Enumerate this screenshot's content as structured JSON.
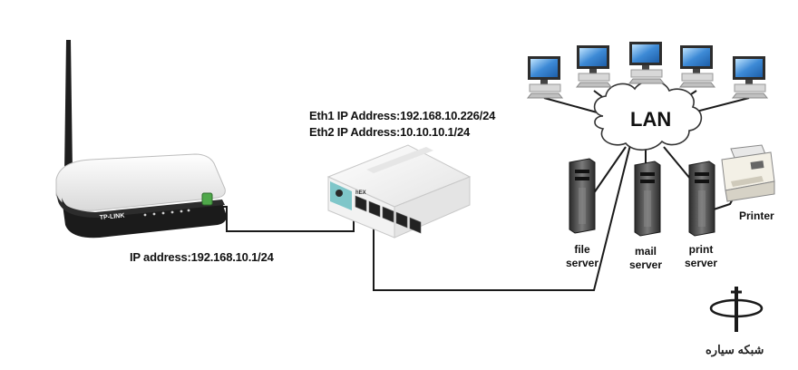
{
  "diagram": {
    "labels": {
      "eth1": "Eth1 IP Address:192.168.10.226/24",
      "eth2": "Eth2 IP Address:10.10.10.1/24",
      "router_ip": "IP address:192.168.10.1/24",
      "lan": "LAN",
      "printer": "Printer"
    },
    "servers": [
      {
        "name_line1": "file",
        "name_line2": "server"
      },
      {
        "name_line1": "mail",
        "name_line2": "server"
      },
      {
        "name_line1": "print",
        "name_line2": "server"
      }
    ],
    "devices": {
      "router_brand": "TP-LINK",
      "mikrotik_brand": "hEX"
    },
    "watermark": {
      "text": "شبکه سیاره"
    },
    "colors": {
      "cable": "#1a1a1a",
      "router_body": "#f2f2f2",
      "router_base": "#1b1b1b",
      "mikrotik_body": "#f7f7f7",
      "mikrotik_accent": "#7fc6c9",
      "monitor_screen": "#2a79c9",
      "server_body": "#4a4a4a"
    }
  }
}
